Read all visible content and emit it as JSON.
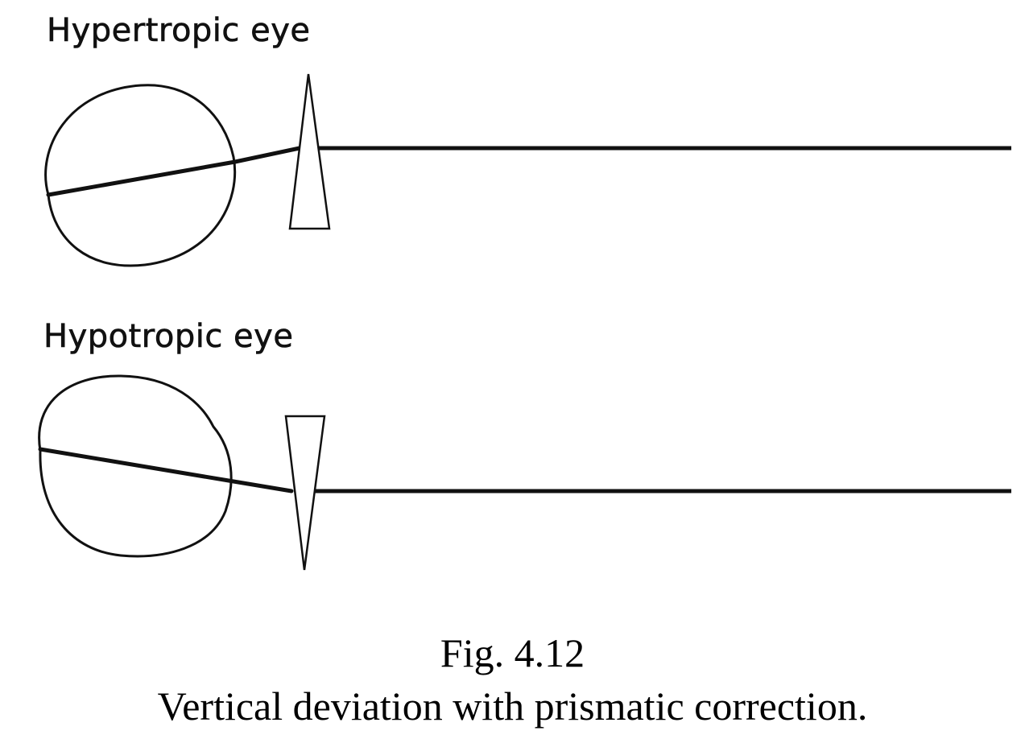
{
  "panels": [
    {
      "label": "Hypertropic eye"
    },
    {
      "label": "Hypotropic eye"
    }
  ],
  "caption": {
    "figure_number": "Fig. 4.12",
    "title": "Vertical deviation with prismatic correction."
  },
  "colors": {
    "line": "#111111",
    "background": "#ffffff"
  }
}
